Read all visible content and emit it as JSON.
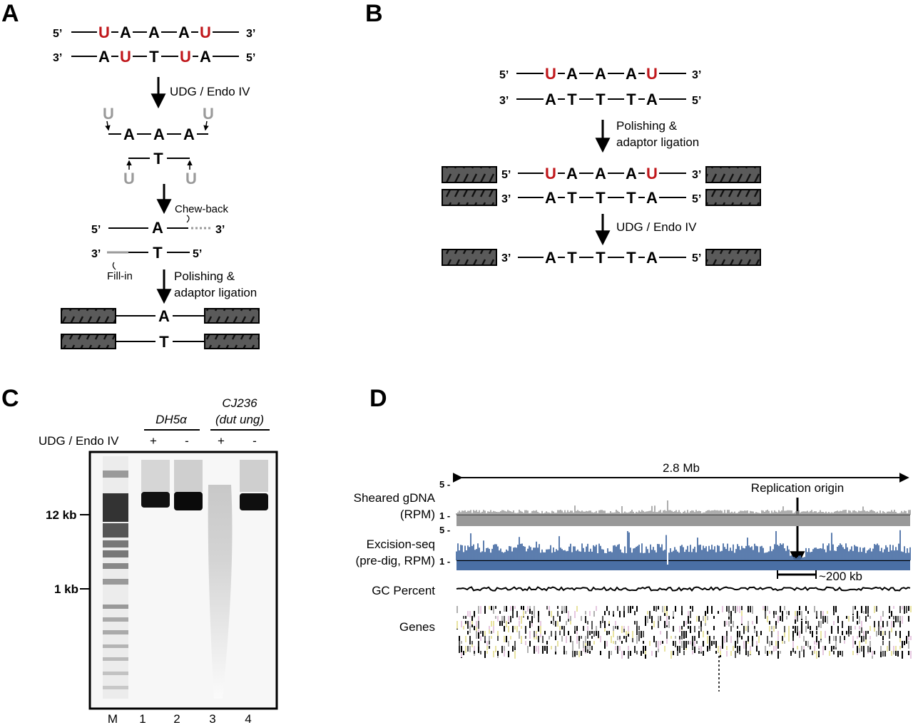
{
  "panels": {
    "a": {
      "label": "A",
      "prime5": "5’",
      "prime3": "3’",
      "top_bases": [
        "U",
        "A",
        "A",
        "A",
        "U"
      ],
      "bottom_bases": [
        "A",
        "U",
        "T",
        "U",
        "A"
      ],
      "step1": "UDG / Endo IV",
      "removed_base": "U",
      "mid_top_bases": [
        "A",
        "A",
        "A"
      ],
      "mid_bottom_base": "T",
      "chew_back": "Chew-back",
      "fill_in": "Fill-in",
      "step2_line1": "Polishing &",
      "step2_line2": "adaptor ligation",
      "final_top": "A",
      "final_bottom": "T"
    },
    "b": {
      "label": "B",
      "prime5": "5’",
      "prime3": "3’",
      "top_bases": [
        "U",
        "A",
        "A",
        "A",
        "U"
      ],
      "bottom_bases": [
        "A",
        "T",
        "T",
        "T",
        "A"
      ],
      "step1_line1": "Polishing &",
      "step1_line2": "adaptor ligation",
      "step2": "UDG / Endo IV"
    },
    "c": {
      "label": "C",
      "row_label": "UDG / Endo IV",
      "group1": "DH5α",
      "group2_line1": "CJ236",
      "group2_line2": "(dut ung)",
      "signs": [
        "+",
        "-",
        "+",
        "-"
      ],
      "size_12kb": "12 kb",
      "size_1kb": "1 kb",
      "lanes": [
        "M",
        "1",
        "2",
        "3",
        "4"
      ]
    },
    "d": {
      "label": "D",
      "span": "2.8 Mb",
      "origin": "Replication origin",
      "scale": "~200 kb",
      "tracks": {
        "sheared_line1": "Sheared gDNA",
        "sheared_line2": "(RPM)",
        "excision_line1": "Excision-seq",
        "excision_line2": "(pre-dig, RPM)",
        "gc": "GC Percent",
        "genes": "Genes"
      },
      "tick_max": "5 -",
      "tick_min": "1 -"
    }
  },
  "colors": {
    "uracil": "#c0171b",
    "removed_uracil": "#9a9a9a",
    "adaptor": "#555555",
    "excision_track": "#4a6fa5",
    "sheared_track": "#999999"
  }
}
